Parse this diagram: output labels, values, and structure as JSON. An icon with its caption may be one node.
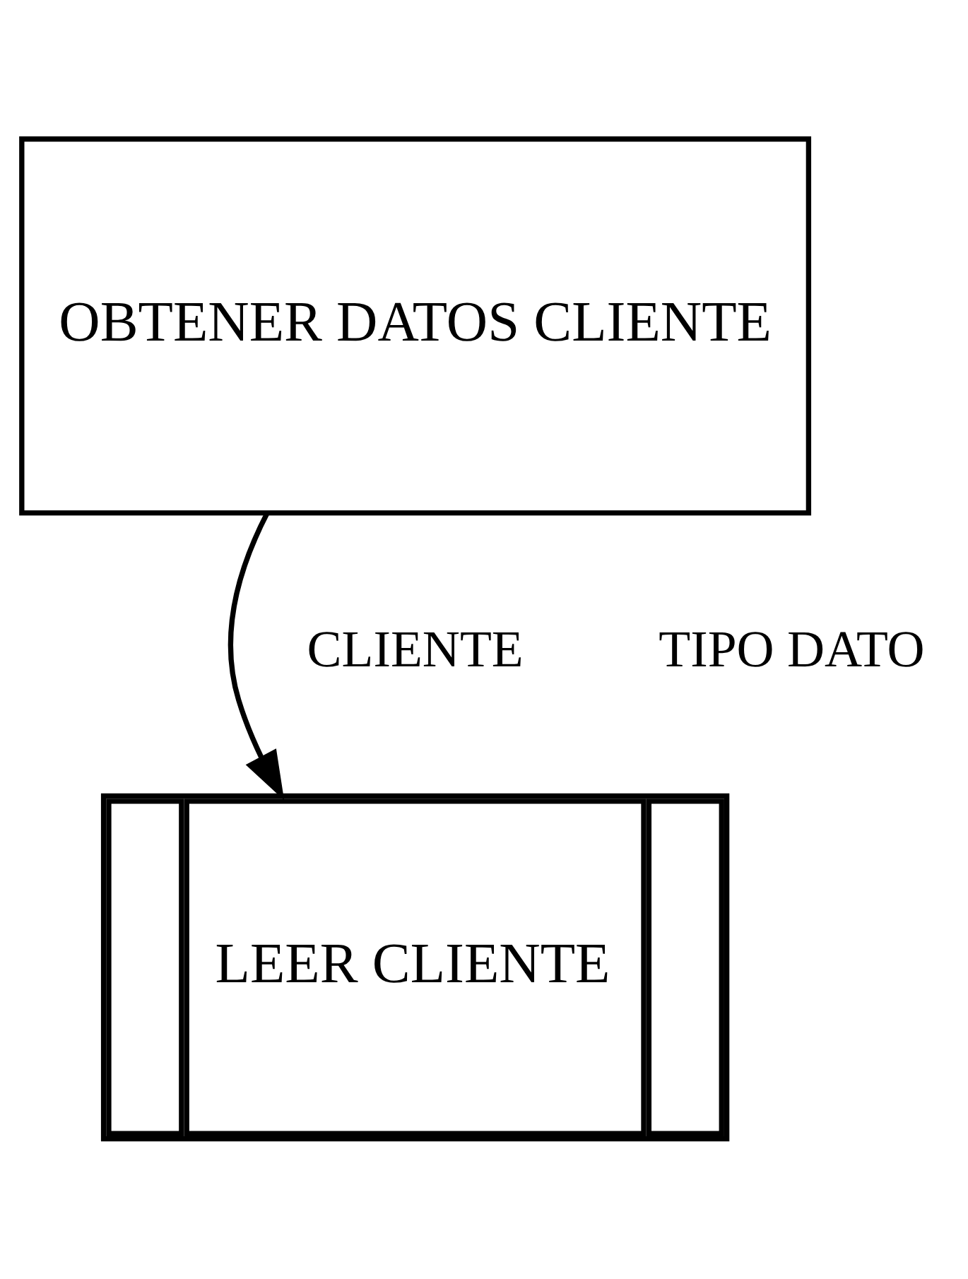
{
  "diagram": {
    "nodes": [
      {
        "text": [
          "OBTENER DATOS CLIENTE"
        ]
      },
      {
        "text": [
          "LEER CLIENTE"
        ]
      }
    ],
    "edges": [
      {
        "from": 0,
        "to": 1,
        "arrow": "to"
      }
    ],
    "labels": [
      "CLIENTE",
      "TIPO DATO"
    ]
  }
}
